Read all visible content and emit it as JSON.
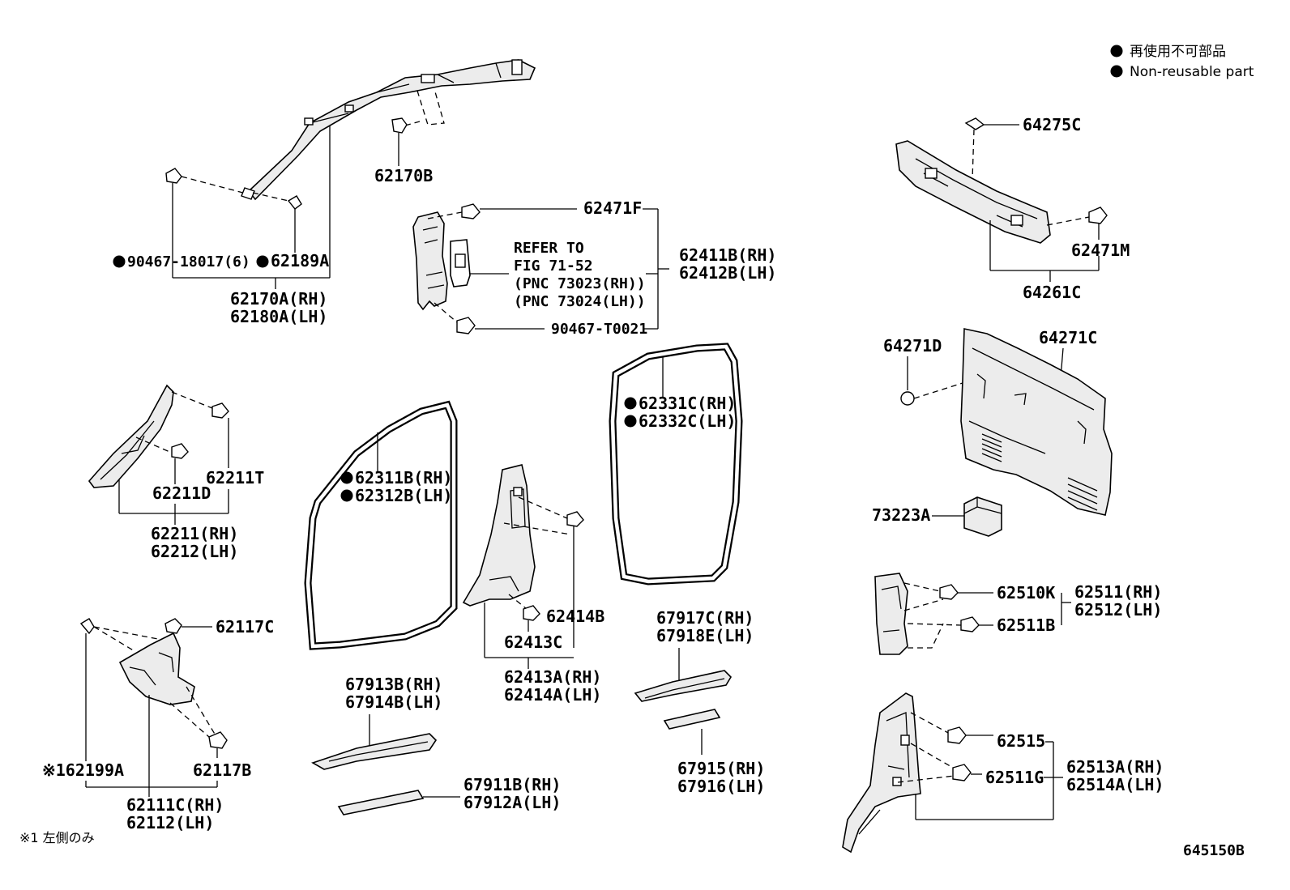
{
  "legend": {
    "ja": "再使用不可部品",
    "en": "Non-reusable part"
  },
  "footnote": "※1 左側のみ",
  "figure_code": "645150B",
  "reference_note": {
    "line1": "REFER TO",
    "line2": "FIG 71-52",
    "line3": "(PNC 73023(RH))",
    "line4": "(PNC 73024(LH))"
  },
  "labels": {
    "p62170B": "62170B",
    "p90467_18017": "90467-18017(6)",
    "p62189A": "62189A",
    "p62170A_RH": "62170A(RH)",
    "p62180A_LH": "62180A(LH)",
    "p62471F": "62471F",
    "p62411B_RH": "62411B(RH)",
    "p62412B_LH": "62412B(LH)",
    "p90467_T0021": "90467-T0021",
    "p64275C": "64275C",
    "p62471M": "62471M",
    "p64261C": "64261C",
    "p64271D": "64271D",
    "p64271C": "64271C",
    "p73223A": "73223A",
    "p62211T": "62211T",
    "p62211D": "62211D",
    "p62211_RH": "62211(RH)",
    "p62212_LH": "62212(LH)",
    "p62331C_RH": "62331C(RH)",
    "p62332C_LH": "62332C(LH)",
    "p62311B_RH": "62311B(RH)",
    "p62312B_LH": "62312B(LH)",
    "p62414B": "62414B",
    "p62413C": "62413C",
    "p62413A_RH": "62413A(RH)",
    "p62414A_LH": "62414A(LH)",
    "p62117C": "62117C",
    "p62117B": "62117B",
    "p62199A": "※162199A",
    "p62111C_RH": "62111C(RH)",
    "p62112_LH": "62112(LH)",
    "p67913B_RH": "67913B(RH)",
    "p67914B_LH": "67914B(LH)",
    "p67911B_RH": "67911B(RH)",
    "p67912A_LH": "67912A(LH)",
    "p67917C_RH": "67917C(RH)",
    "p67918E_LH": "67918E(LH)",
    "p67915_RH": "67915(RH)",
    "p67916_LH": "67916(LH)",
    "p62510K": "62510K",
    "p62511B": "62511B",
    "p62511_RH": "62511(RH)",
    "p62512_LH": "62512(LH)",
    "p62515": "62515",
    "p62511G": "62511G",
    "p62513A_RH": "62513A(RH)",
    "p62514A_LH": "62514A(LH)"
  }
}
